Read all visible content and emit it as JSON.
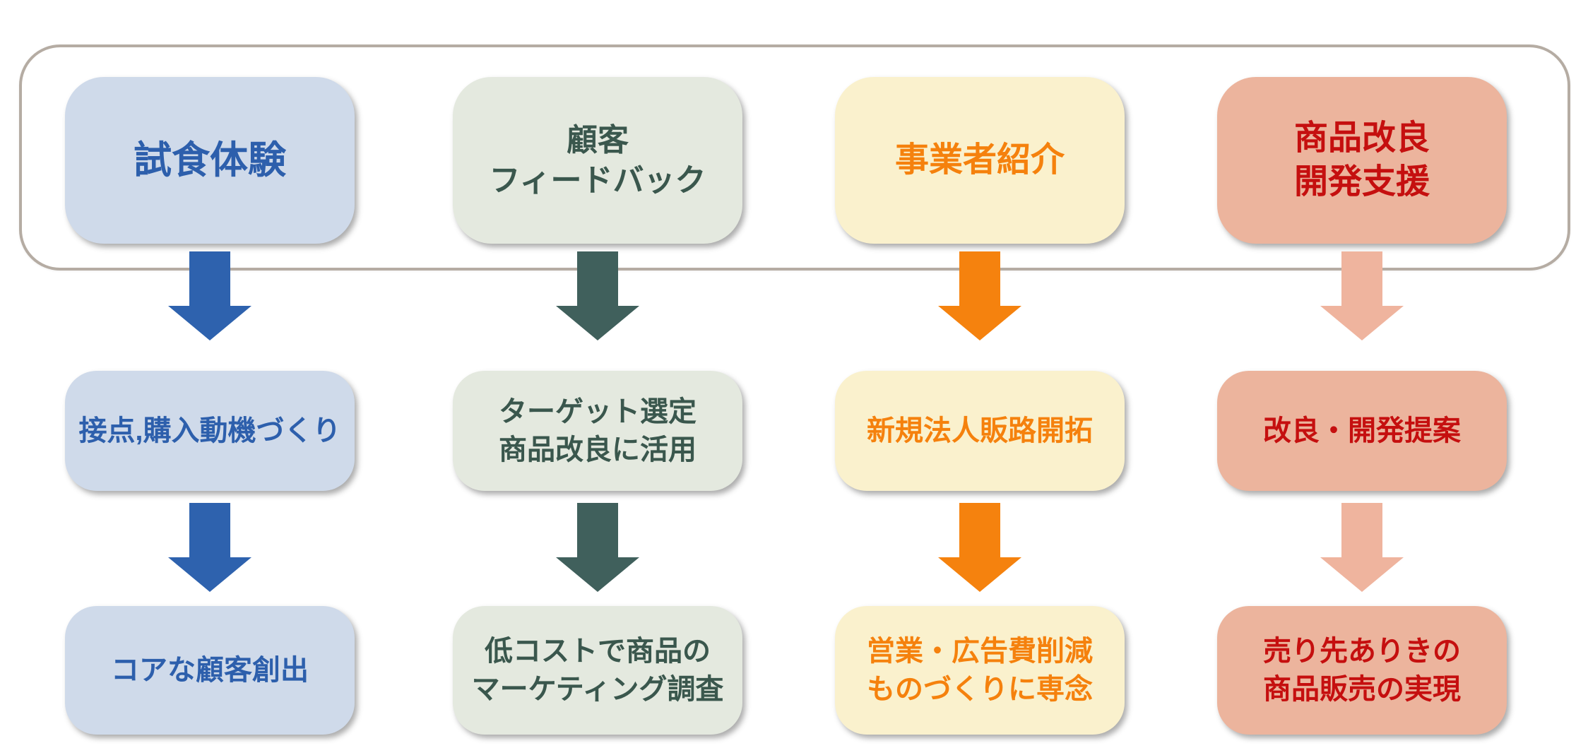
{
  "diagram": {
    "frame": {
      "border_color": "#b5aca3"
    },
    "columns": [
      {
        "name": "tasting-experience",
        "box_bg": "#cfdaea",
        "text_color": "#2d5fac",
        "arrow_color": "#2e62ae",
        "top": [
          "試食体験"
        ],
        "middle": [
          "接点,購入動機づくり"
        ],
        "bottom": [
          "コアな顧客創出"
        ]
      },
      {
        "name": "customer-feedback",
        "box_bg": "#e4e9df",
        "text_color": "#3a574d",
        "arrow_color": "#40605c",
        "top": [
          "顧客",
          "フィードバック"
        ],
        "middle": [
          "ターゲット選定",
          "商品改良に活用"
        ],
        "bottom": [
          "低コストで商品の",
          "マーケティング調査"
        ]
      },
      {
        "name": "business-introduction",
        "box_bg": "#faf1cd",
        "text_color": "#f5810d",
        "arrow_color": "#f5820e",
        "top": [
          "事業者紹介"
        ],
        "middle": [
          "新規法人販路開拓"
        ],
        "bottom": [
          "営業・広告費削減",
          "ものづくりに専念"
        ]
      },
      {
        "name": "product-improvement-support",
        "box_bg": "#ecb49d",
        "text_color": "#c50f0f",
        "arrow_color": "#efb49e",
        "top": [
          "商品改良",
          "開発支援"
        ],
        "middle": [
          "改良・開発提案"
        ],
        "bottom": [
          "売り先ありきの",
          "商品販売の実現"
        ]
      }
    ]
  }
}
